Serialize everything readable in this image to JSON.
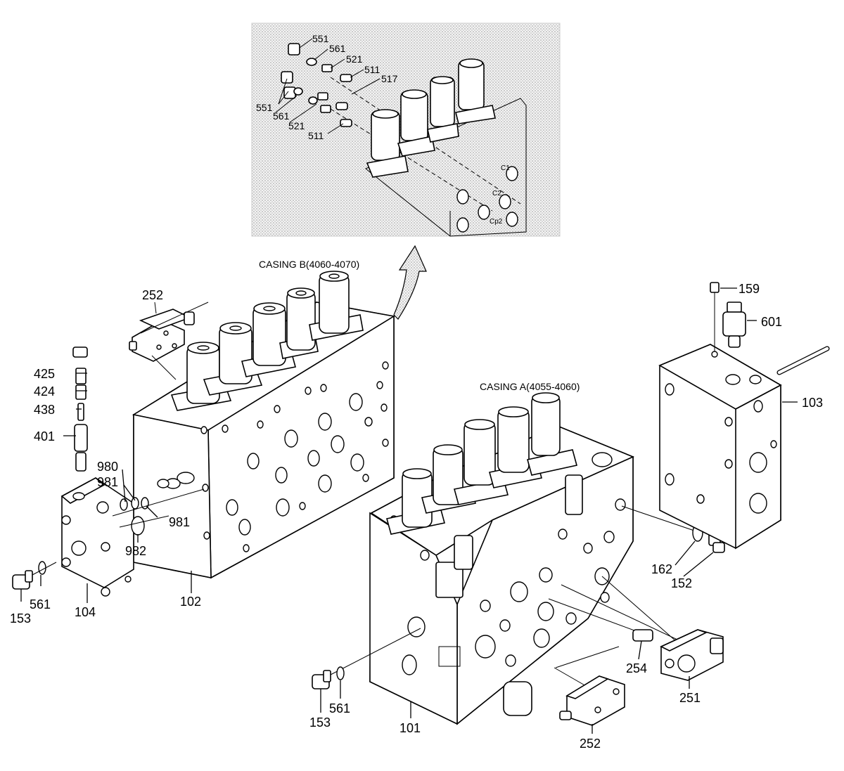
{
  "inset": {
    "labels": [
      "551",
      "561",
      "521",
      "511",
      "517",
      "551",
      "561",
      "521",
      "511"
    ],
    "port_labels": [
      "C1",
      "C2",
      "Cp2"
    ]
  },
  "casings": {
    "casing_b": "CASING B(4060-4070)",
    "casing_a": "CASING A(4055-4060)"
  },
  "callouts": {
    "c252_top": "252",
    "c425": "425",
    "c424": "424",
    "c438": "438",
    "c401": "401",
    "c980": "980",
    "c981a": "981",
    "c981b": "981",
    "c982": "982",
    "c153_left": "153",
    "c561_left": "561",
    "c104": "104",
    "c102": "102",
    "c159": "159",
    "c601": "601",
    "c103": "103",
    "c162": "162",
    "c152": "152",
    "c254": "254",
    "c251": "251",
    "c252_bottom": "252",
    "c153_bottom": "153",
    "c561_bottom": "561",
    "c101": "101"
  }
}
